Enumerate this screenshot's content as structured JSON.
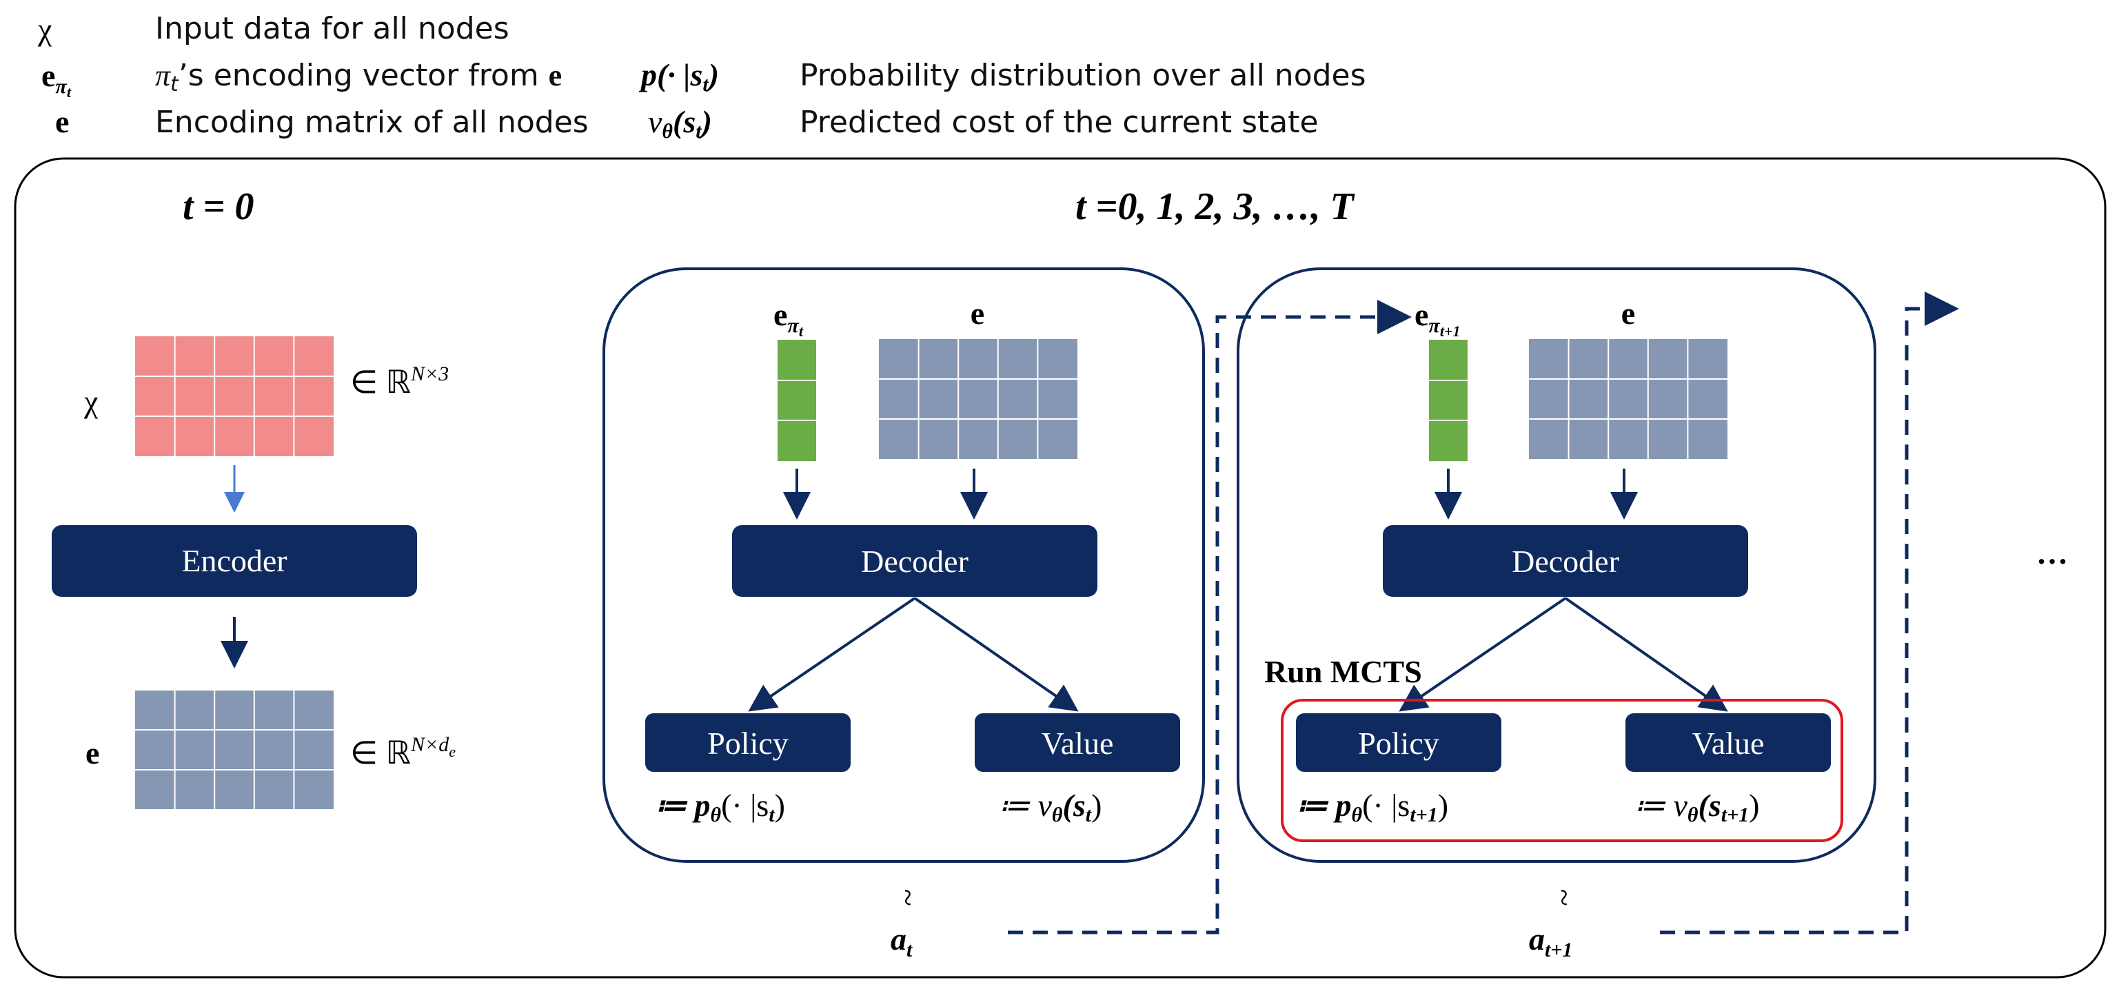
{
  "legend": {
    "chi_symbol": "χ",
    "chi_text": "Input data for all nodes",
    "e_pi_symbol": "e",
    "e_pi_sub": "π",
    "e_pi_subsub": "t",
    "e_pi_text": "π",
    "e_pi_text_sub": "t",
    "e_pi_text_rest": "’s encoding vector from ",
    "e_pi_text_bold": "e",
    "p_symbol": "p(· |s",
    "p_sub": "t",
    "p_close": ")",
    "p_text": "Probability distribution over all nodes",
    "e_symbol": "e",
    "e_text": "Encoding matrix of all nodes",
    "v_symbol": "v",
    "v_theta": "θ",
    "v_paren": "(s",
    "v_sub": "t",
    "v_close": ")",
    "v_text": "Predicted cost of the current state"
  },
  "panel_t0": {
    "title": "t = 0",
    "chi_label": "χ",
    "chi_dim": "∈ ℝ",
    "chi_sup": "N×3",
    "encoder_label": "Encoder",
    "e_label": "e",
    "e_dim": "∈ ℝ",
    "e_sup": "N×d",
    "e_sup_sub": "e"
  },
  "panel_steps": {
    "title": "t =0, 1, 2, 3, …, T",
    "step1": {
      "e_pi_label": "e",
      "e_pi_sub": "π",
      "e_pi_subsub": "t",
      "e_label": "e",
      "decoder_label": "Decoder",
      "policy_label": "Policy",
      "value_label": "Value",
      "policy_def_prefix": "≔ p",
      "policy_def_theta": "θ",
      "policy_def_rest": "(· |s",
      "policy_def_sub": "t",
      "policy_def_close": ")",
      "value_def_prefix": "≔ v",
      "value_def_theta": "θ",
      "value_def_rest": "(s",
      "value_def_sub": "t",
      "value_def_close": ")",
      "tilde": "~",
      "action": "a",
      "action_sub": "t"
    },
    "step2": {
      "e_pi_label": "e",
      "e_pi_sub": "π",
      "e_pi_subsub": "t+1",
      "e_label": "e",
      "decoder_label": "Decoder",
      "mcts_label": "Run MCTS",
      "policy_label": "Policy",
      "value_label": "Value",
      "policy_def_prefix": "≔ p",
      "policy_def_theta": "θ",
      "policy_def_rest": "(· |s",
      "policy_def_sub": "t+1",
      "policy_def_close": ")",
      "value_def_prefix": "≔ v",
      "value_def_theta": "θ",
      "value_def_rest": "(s",
      "value_def_sub": "t+1",
      "value_def_close": ")",
      "tilde": "~",
      "action": "a",
      "action_sub": "t+1"
    },
    "ellipsis": "…"
  },
  "colors": {
    "navy": "#0f2a5e",
    "pink": "#f28b8b",
    "green": "#6aac46",
    "slate": "#8597b3",
    "red": "#e0181b",
    "blue_arrow": "#4a7bd0"
  }
}
